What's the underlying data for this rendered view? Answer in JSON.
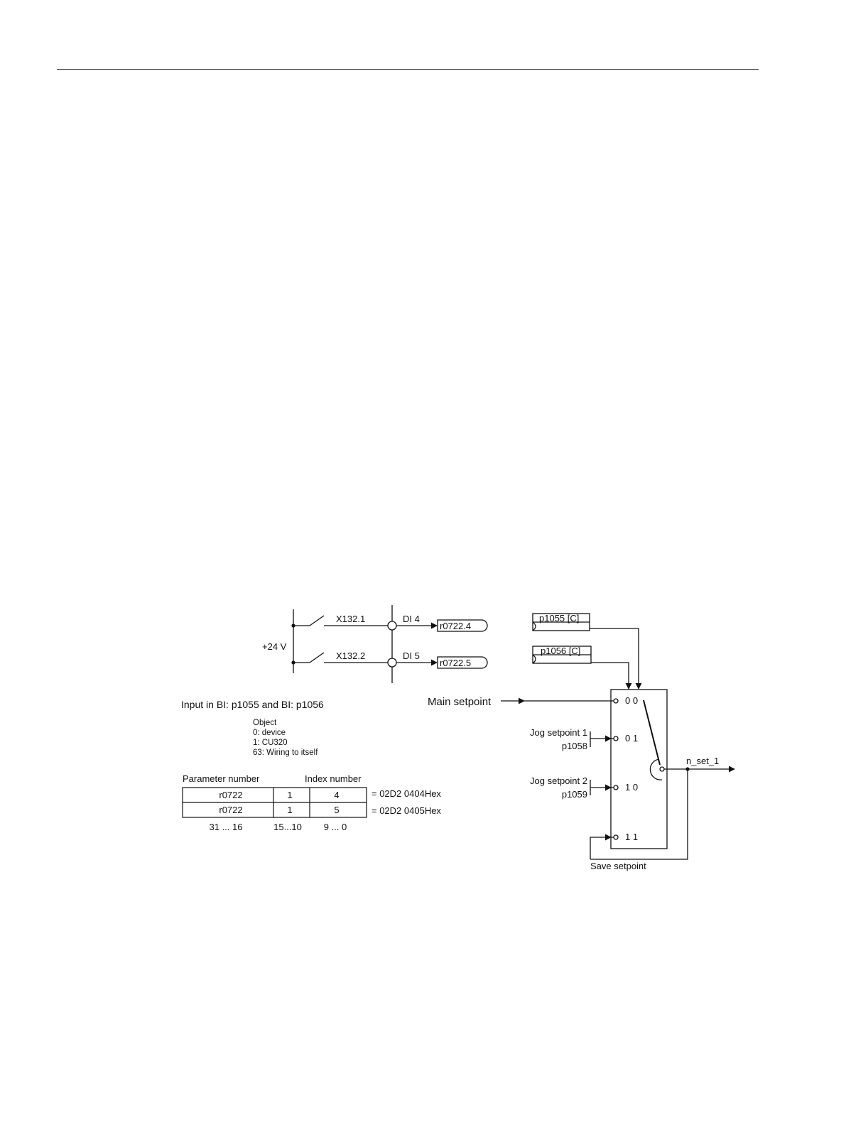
{
  "circuit": {
    "supply": "+24 V",
    "terminals": [
      "X132.1",
      "X132.2"
    ],
    "inputs": [
      "DI 4",
      "DI 5"
    ],
    "signals": [
      "r0722.4",
      "r0722.5"
    ]
  },
  "selector": {
    "binectors": [
      "p1055 [C]",
      "p1056 [C]"
    ],
    "main_setpoint": "Main setpoint",
    "jog1": {
      "line1": "Jog setpoint 1",
      "line2": "p1058"
    },
    "jog2": {
      "line1": "Jog setpoint 2",
      "line2": "p1059"
    },
    "codes": [
      "0 0",
      "0 1",
      "1 0",
      "1 1"
    ],
    "output": "n_set_1",
    "save": "Save setpoint"
  },
  "info": {
    "title": "Input in BI: p1055 and BI: p1056",
    "object_lines": [
      "Object",
      "0: device",
      "1: CU320",
      "63: Wiring to itself"
    ]
  },
  "param_table": {
    "header_param": "Parameter number",
    "header_index": "Index number",
    "rows": [
      {
        "param": "r0722",
        "obj": "1",
        "index": "4",
        "result": "=  02D2 0404Hex"
      },
      {
        "param": "r0722",
        "obj": "1",
        "index": "5",
        "result": "=  02D2 0405Hex"
      }
    ],
    "bits": [
      "31  ...  16",
      "15...10",
      "9 ... 0"
    ]
  }
}
